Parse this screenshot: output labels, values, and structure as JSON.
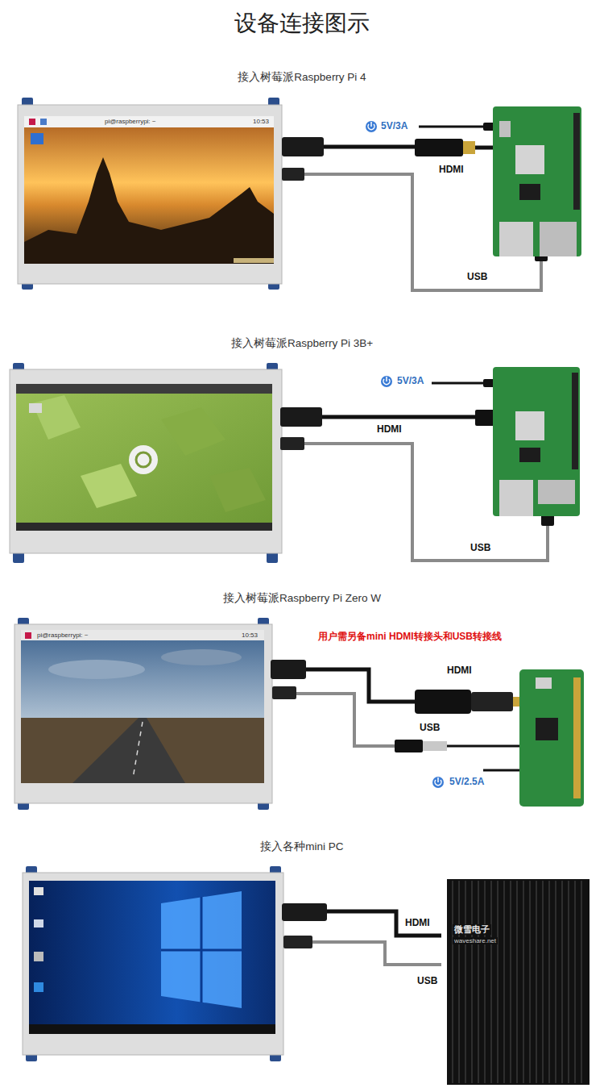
{
  "diagram": {
    "title": "设备连接图示",
    "nodes": [
      {
        "text": [
          "接入树莓派Raspberry Pi 4"
        ]
      },
      {
        "text": [
          "接入树莓派Raspberry Pi 3B+"
        ]
      },
      {
        "text": [
          "接入树莓派Raspberry Pi Zero W"
        ]
      },
      {
        "text": [
          "接入各种mini PC"
        ]
      }
    ],
    "labels": [
      "pi@raspberrypi: ~",
      "10:53",
      "5V/3A",
      "HDMI",
      "USB",
      "5V/3A",
      "HDMI",
      "USB",
      "pi@raspberrypi: ~",
      "10:53",
      "用户需另备mini HDMI转接头和USB转接线",
      "HDMI",
      "USB",
      "5V/2.5A",
      "HDMI",
      "USB",
      "微雪电子",
      "waveshare.net"
    ]
  }
}
